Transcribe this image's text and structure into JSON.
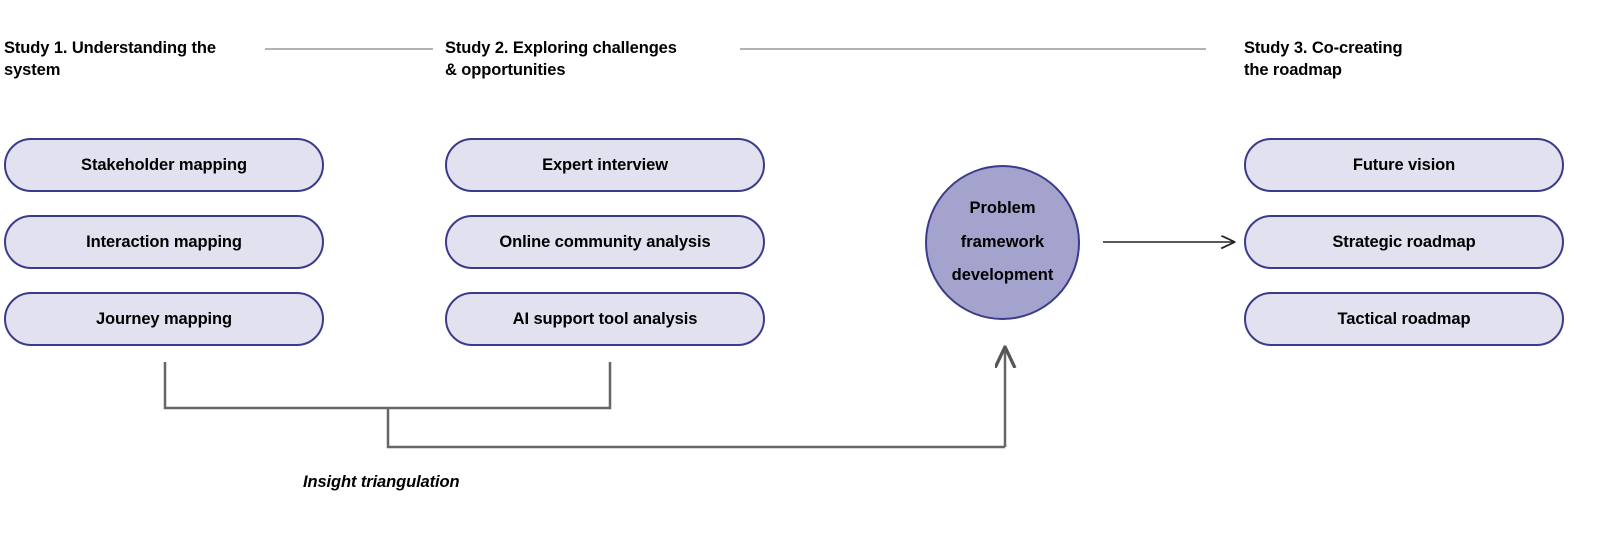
{
  "diagram": {
    "title_sequence": [
      "Study 1",
      "Study 2",
      "Study 3"
    ],
    "background_color": "#ffffff",
    "box_fill_color": "#e1e1ef",
    "box_border_color": "#3b3b8c",
    "circle_fill_color": "#a3a3cd",
    "rule_color": "#b3b3b3",
    "connector_color": "#555555",
    "arrow_color": "#222222"
  },
  "headers": {
    "study_1": "Study 1. Understanding the\nsystem",
    "study_2": "Study 2. Exploring challenges\n& opportunities",
    "study_3": "Study 3. Co-creating\nthe roadmap"
  },
  "columns": [
    {
      "id": "study-1",
      "header": "Study 1. Understanding the system",
      "methods": [
        "Stakeholder mapping",
        "Interaction mapping",
        "Journey mapping"
      ]
    },
    {
      "id": "study-2",
      "header": "Study 2. Exploring challenges & opportunities",
      "methods": [
        "Expert interview",
        "Online community analysis",
        "AI support tool analysis"
      ]
    },
    {
      "id": "study-3",
      "header": "Study 3. Co-creating the roadmap",
      "methods": [
        "Future vision",
        "Strategic roadmap",
        "Tactical roadmap"
      ]
    }
  ],
  "circle": {
    "label": "Problem\nframework\ndevelopment"
  },
  "annotations": {
    "insight_triangulation": "Insight triangulation"
  }
}
